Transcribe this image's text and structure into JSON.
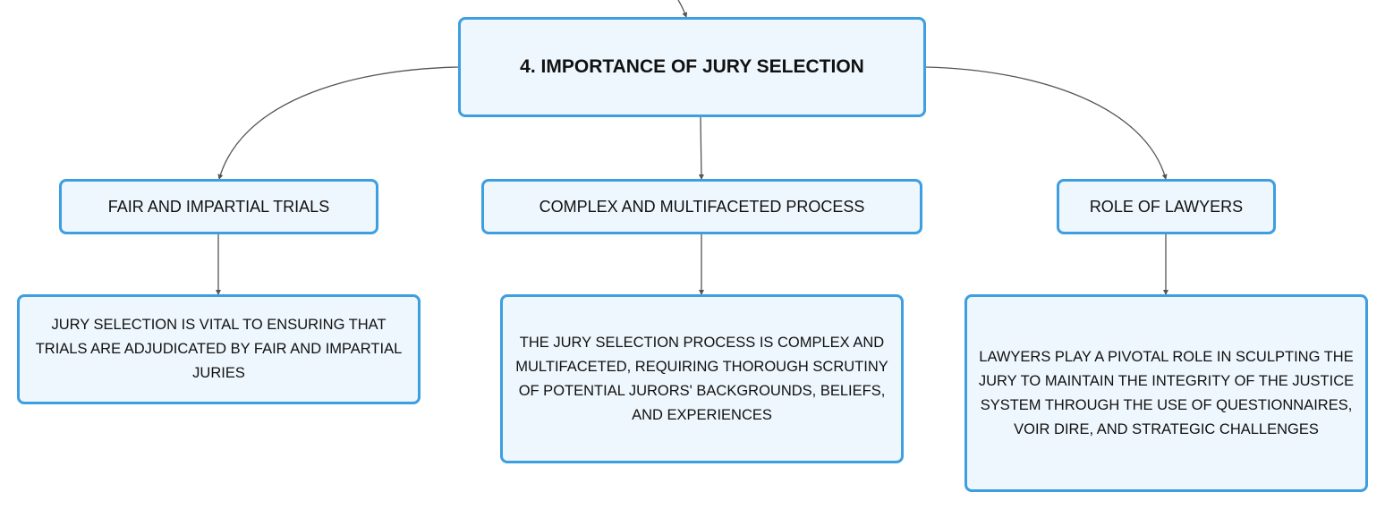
{
  "diagram": {
    "root": {
      "label": "4. IMPORTANCE OF JURY SELECTION"
    },
    "branches": [
      {
        "label": "FAIR AND IMPARTIAL TRIALS",
        "detail": "JURY SELECTION IS VITAL TO ENSURING THAT TRIALS ARE ADJUDICATED BY FAIR AND IMPARTIAL JURIES"
      },
      {
        "label": "COMPLEX AND MULTIFACETED PROCESS",
        "detail": "THE JURY SELECTION PROCESS IS COMPLEX AND MULTIFACETED, REQUIRING THOROUGH SCRUTINY OF POTENTIAL JURORS' BACKGROUNDS, BELIEFS, AND EXPERIENCES"
      },
      {
        "label": "ROLE OF LAWYERS",
        "detail": "LAWYERS PLAY A PIVOTAL ROLE IN SCULPTING THE JURY TO MAINTAIN THE INTEGRITY OF THE JUSTICE SYSTEM THROUGH THE USE OF QUESTIONNAIRES, VOIR DIRE, AND STRATEGIC CHALLENGES"
      }
    ],
    "colors": {
      "node_border": "#3d9ee0",
      "node_fill": "#eef7fd",
      "connector": "#555555",
      "text": "#111111"
    }
  }
}
